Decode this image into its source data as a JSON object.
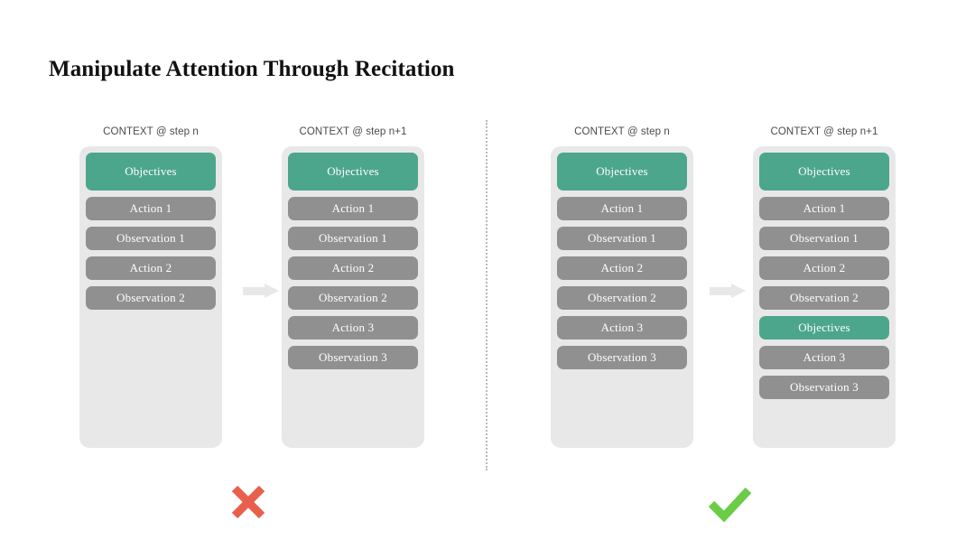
{
  "title": "Manipulate Attention Through Recitation",
  "colors": {
    "teal": "#4ca68c",
    "gray_pill": "#909090",
    "panel_bg": "#e8e8e8",
    "arrow": "#e8e8e8",
    "cross_red": "#e8604c",
    "check_green": "#6bcc47",
    "title_text": "#111111",
    "header_text": "#4a4a4a"
  },
  "groups": [
    {
      "name": "without-recitation",
      "verdict": "cross",
      "verdict_label": "✘",
      "columns": [
        {
          "header": "CONTEXT @ step n",
          "items": [
            {
              "label": "Objectives",
              "kind": "teal-header"
            },
            {
              "label": "Action 1",
              "kind": "gray"
            },
            {
              "label": "Observation 1",
              "kind": "gray"
            },
            {
              "label": "Action 2",
              "kind": "gray"
            },
            {
              "label": "Observation 2",
              "kind": "gray"
            }
          ]
        },
        {
          "header": "CONTEXT @ step n+1",
          "items": [
            {
              "label": "Objectives",
              "kind": "teal-header"
            },
            {
              "label": "Action 1",
              "kind": "gray"
            },
            {
              "label": "Observation 1",
              "kind": "gray"
            },
            {
              "label": "Action 2",
              "kind": "gray"
            },
            {
              "label": "Observation 2",
              "kind": "gray"
            },
            {
              "label": "Action 3",
              "kind": "gray"
            },
            {
              "label": "Observation 3",
              "kind": "gray"
            }
          ]
        }
      ]
    },
    {
      "name": "with-recitation",
      "verdict": "check",
      "verdict_label": "✔",
      "columns": [
        {
          "header": "CONTEXT @ step n",
          "items": [
            {
              "label": "Objectives",
              "kind": "teal-header"
            },
            {
              "label": "Action 1",
              "kind": "gray"
            },
            {
              "label": "Observation 1",
              "kind": "gray"
            },
            {
              "label": "Action 2",
              "kind": "gray"
            },
            {
              "label": "Observation 2",
              "kind": "gray"
            },
            {
              "label": "Action 3",
              "kind": "gray"
            },
            {
              "label": "Observation 3",
              "kind": "gray"
            }
          ]
        },
        {
          "header": "CONTEXT @ step n+1",
          "items": [
            {
              "label": "Objectives",
              "kind": "teal-header"
            },
            {
              "label": "Action 1",
              "kind": "gray"
            },
            {
              "label": "Observation 1",
              "kind": "gray"
            },
            {
              "label": "Action 2",
              "kind": "gray"
            },
            {
              "label": "Observation 2",
              "kind": "gray"
            },
            {
              "label": "Objectives",
              "kind": "teal-inline"
            },
            {
              "label": "Action 3",
              "kind": "gray"
            },
            {
              "label": "Observation 3",
              "kind": "gray"
            }
          ]
        }
      ]
    }
  ]
}
